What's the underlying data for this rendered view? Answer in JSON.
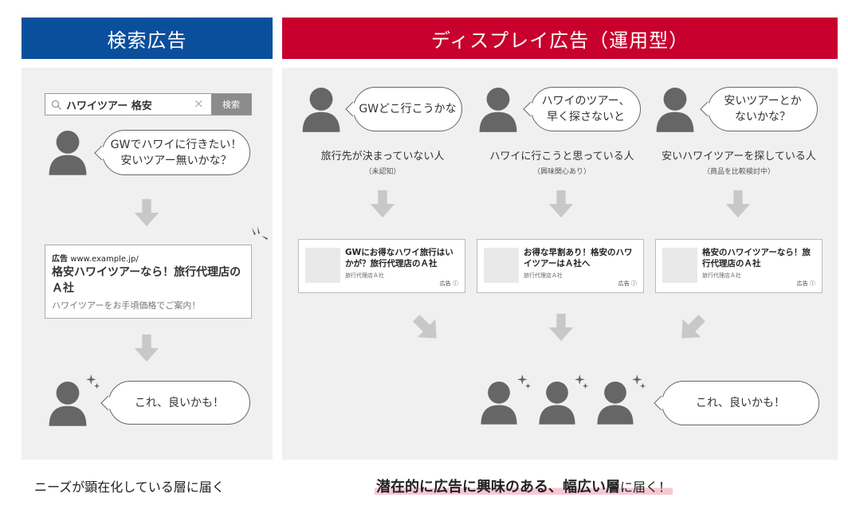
{
  "colors": {
    "search_header": "#0a4f9c",
    "display_header": "#c8002d",
    "panel": "#f0f0f0",
    "icon_gray": "#666666",
    "arrow_gray": "#c8c8c8",
    "highlight": "#f8c7d3"
  },
  "search": {
    "header": "検索広告",
    "search_box": {
      "query": "ハワイツアー 格安",
      "clear": "×",
      "button": "検索"
    },
    "bubble": [
      "GWでハワイに行きたい！",
      "安いツアー無いかな？"
    ],
    "ad": {
      "label": "広告",
      "url": "www.example.jp/",
      "title": "格安ハワイツアーなら！旅行代理店のＡ社",
      "desc": "ハワイツアーをお手頃価格でご案内！"
    },
    "result_bubble": "これ、良いかも！",
    "caption": "ニーズが顕在化している層に届く"
  },
  "display": {
    "header": "ディスプレイ広告（運用型）",
    "users": [
      {
        "bubble": [
          "GWどこ行こうかな"
        ],
        "caption": "旅行先が決まっていない人",
        "sub": "（未認知）",
        "ad": {
          "title": "GWにお得なハワイ旅行はいかが？旅行代理店のＡ社",
          "company": "旅行代理店Ａ社",
          "tag": "広告 ⓘ"
        }
      },
      {
        "bubble": [
          "ハワイのツアー、",
          "早く探さないと"
        ],
        "caption": "ハワイに行こうと思っている人",
        "sub": "（興味関心あり）",
        "ad": {
          "title": "お得な早割あり！格安のハワイツアーはＡ社へ",
          "company": "旅行代理店Ａ社",
          "tag": "広告 ⓘ"
        }
      },
      {
        "bubble": [
          "安いツアーとか",
          "ないかな？"
        ],
        "caption": "安いハワイツアーを探している人",
        "sub": "（商品を比較検討中）",
        "ad": {
          "title": "格安のハワイツアーなら！旅行代理店のＡ社",
          "company": "旅行代理店Ａ社",
          "tag": "広告 ⓘ"
        }
      }
    ],
    "result_bubble": "これ、良いかも！",
    "caption_bold": "潜在的に広告に興味のある、幅広い層",
    "caption_rest": "に届く！"
  }
}
